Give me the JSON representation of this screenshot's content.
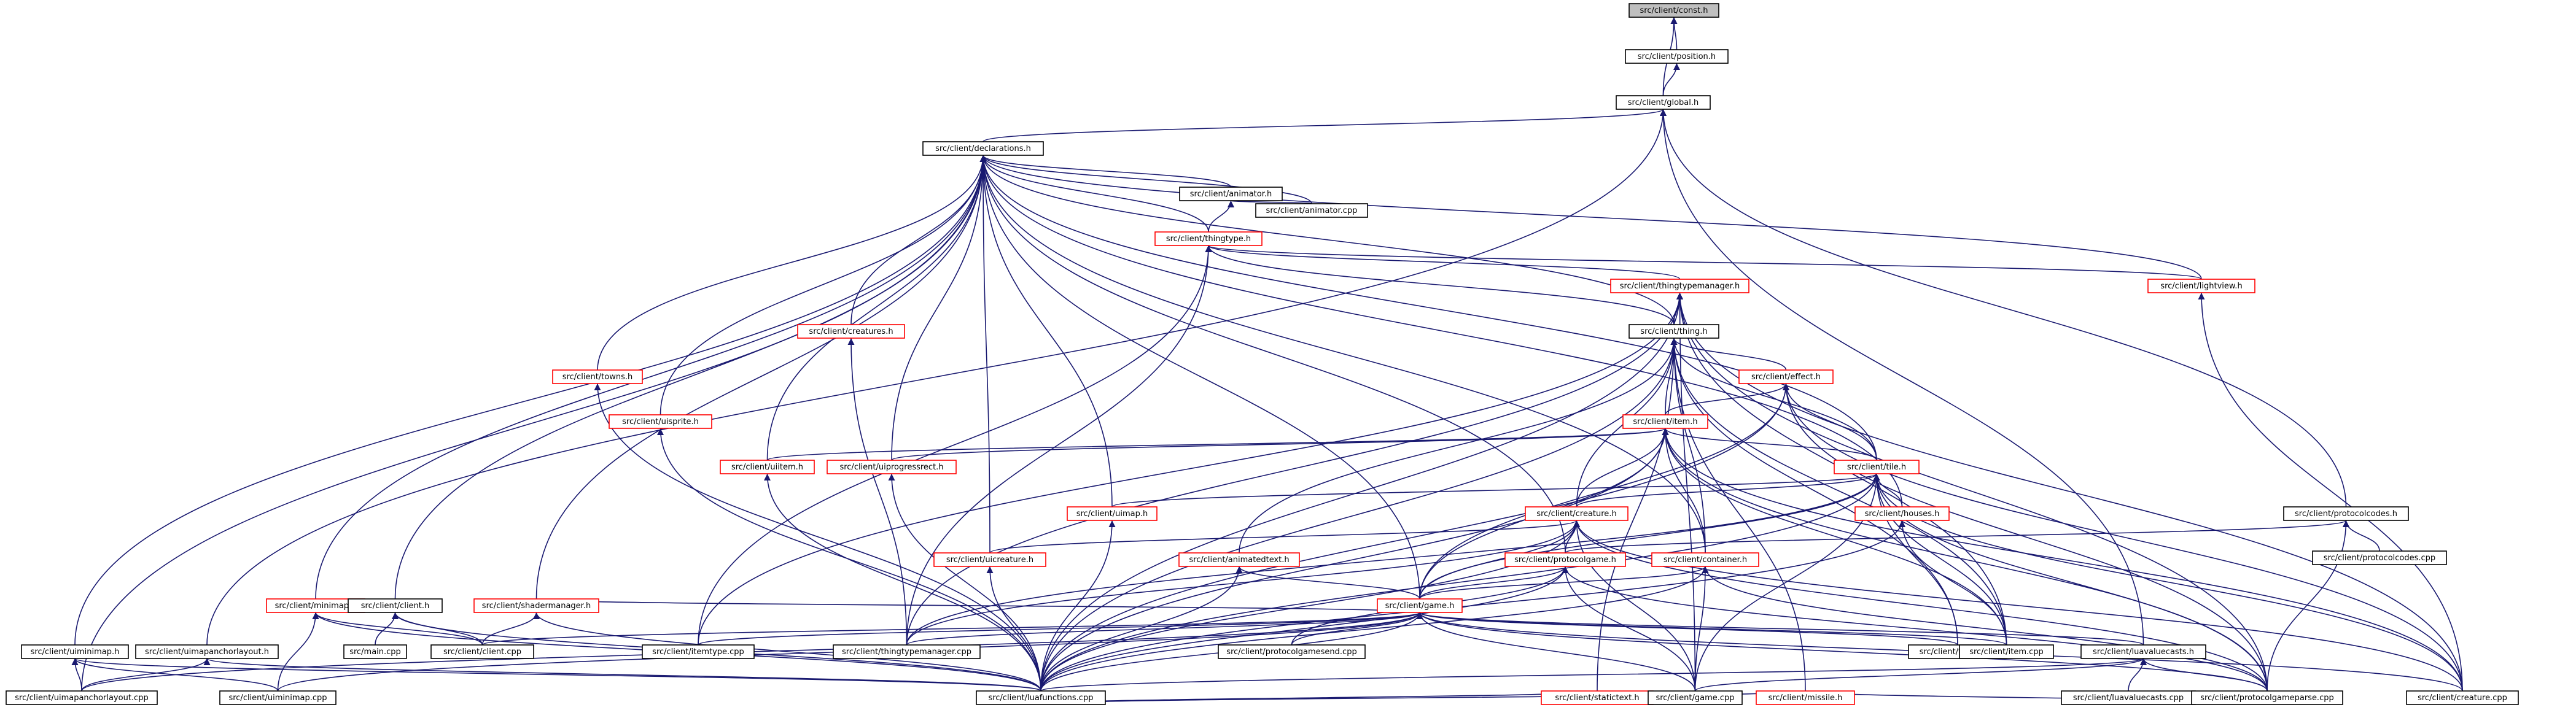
{
  "colors": {
    "edge": "#191970",
    "node_border_documented": "#000000",
    "node_border_truncated": "#ff0000",
    "highlighted_node_fill": "#bfbfbf"
  },
  "nodes": [
    {
      "id": "const",
      "label": "src/client/const.h",
      "highlighted": true
    },
    {
      "id": "position",
      "label": "src/client/position.h"
    },
    {
      "id": "global",
      "label": "src/client/global.h"
    },
    {
      "id": "declarations",
      "label": "src/client/declarations.h"
    },
    {
      "id": "animator_h",
      "label": "src/client/animator.h"
    },
    {
      "id": "animator_cpp",
      "label": "src/client/animator.cpp"
    },
    {
      "id": "thingtype",
      "label": "src/client/thingtype.h",
      "truncated": true
    },
    {
      "id": "thingtypemanager",
      "label": "src/client/thingtypemanager.h",
      "truncated": true
    },
    {
      "id": "lightview",
      "label": "src/client/lightview.h",
      "truncated": true
    },
    {
      "id": "creatures",
      "label": "src/client/creatures.h",
      "truncated": true
    },
    {
      "id": "thing",
      "label": "src/client/thing.h"
    },
    {
      "id": "towns",
      "label": "src/client/towns.h",
      "truncated": true
    },
    {
      "id": "uisprite",
      "label": "src/client/uisprite.h",
      "truncated": true
    },
    {
      "id": "effect",
      "label": "src/client/effect.h",
      "truncated": true
    },
    {
      "id": "item",
      "label": "src/client/item.h",
      "truncated": true
    },
    {
      "id": "uiitem",
      "label": "src/client/uiitem.h",
      "truncated": true
    },
    {
      "id": "uiprogressrect",
      "label": "src/client/uiprogressrect.h",
      "truncated": true
    },
    {
      "id": "tile",
      "label": "src/client/tile.h",
      "truncated": true
    },
    {
      "id": "uimap",
      "label": "src/client/uimap.h",
      "truncated": true
    },
    {
      "id": "creature_h",
      "label": "src/client/creature.h",
      "truncated": true
    },
    {
      "id": "houses",
      "label": "src/client/houses.h",
      "truncated": true
    },
    {
      "id": "protocolcodes_h",
      "label": "src/client/protocolcodes.h"
    },
    {
      "id": "protocolcodes_cpp",
      "label": "src/client/protocolcodes.cpp"
    },
    {
      "id": "uicreature",
      "label": "src/client/uicreature.h",
      "truncated": true
    },
    {
      "id": "animatedtext",
      "label": "src/client/animatedtext.h",
      "truncated": true
    },
    {
      "id": "protocolgame",
      "label": "src/client/protocolgame.h",
      "truncated": true
    },
    {
      "id": "container",
      "label": "src/client/container.h",
      "truncated": true
    },
    {
      "id": "minimap",
      "label": "src/client/minimap.h",
      "truncated": true
    },
    {
      "id": "client_h",
      "label": "src/client/client.h"
    },
    {
      "id": "shadermanager",
      "label": "src/client/shadermanager.h",
      "truncated": true
    },
    {
      "id": "game_h",
      "label": "src/client/game.h",
      "truncated": true
    },
    {
      "id": "uiminimap_h",
      "label": "src/client/uiminimap.h"
    },
    {
      "id": "uimapanchorlayout_h",
      "label": "src/client/uimapanchorlayout.h"
    },
    {
      "id": "main_cpp",
      "label": "src/main.cpp"
    },
    {
      "id": "client_cpp",
      "label": "src/client/client.cpp"
    },
    {
      "id": "itemtype_cpp",
      "label": "src/client/itemtype.cpp"
    },
    {
      "id": "thingtypemanager_cpp",
      "label": "src/client/thingtypemanager.cpp"
    },
    {
      "id": "protocolgamesend_cpp",
      "label": "src/client/protocolgamesend.cpp"
    },
    {
      "id": "thing_cpp",
      "label": "src/client/thing.cpp"
    },
    {
      "id": "item_cpp",
      "label": "src/client/item.cpp"
    },
    {
      "id": "luavaluecasts_h",
      "label": "src/client/luavaluecasts.h"
    },
    {
      "id": "statictext",
      "label": "src/client/statictext.h",
      "truncated": true
    },
    {
      "id": "missile",
      "label": "src/client/missile.h",
      "truncated": true
    },
    {
      "id": "uimapanchorlayout_cpp",
      "label": "src/client/uimapanchorlayout.cpp"
    },
    {
      "id": "uiminimap_cpp",
      "label": "src/client/uiminimap.cpp"
    },
    {
      "id": "luafunctions_cpp",
      "label": "src/client/luafunctions.cpp"
    },
    {
      "id": "game_cpp",
      "label": "src/client/game.cpp"
    },
    {
      "id": "luavaluecasts_cpp",
      "label": "src/client/luavaluecasts.cpp"
    },
    {
      "id": "protocolgameparse_cpp",
      "label": "src/client/protocolgameparse.cpp"
    },
    {
      "id": "creature_cpp",
      "label": "src/client/creature.cpp"
    }
  ],
  "edges": [
    [
      "const",
      "position"
    ],
    [
      "const",
      "global"
    ],
    [
      "position",
      "global"
    ],
    [
      "global",
      "declarations"
    ],
    [
      "global",
      "protocolcodes_h"
    ],
    [
      "global",
      "luavaluecasts_h"
    ],
    [
      "global",
      "uimapanchorlayout_h"
    ],
    [
      "declarations",
      "animator_h"
    ],
    [
      "declarations",
      "animator_cpp"
    ],
    [
      "declarations",
      "thingtype"
    ],
    [
      "declarations",
      "lightview"
    ],
    [
      "declarations",
      "creatures"
    ],
    [
      "declarations",
      "thing"
    ],
    [
      "declarations",
      "towns"
    ],
    [
      "declarations",
      "uisprite"
    ],
    [
      "declarations",
      "uiitem"
    ],
    [
      "declarations",
      "uiprogressrect"
    ],
    [
      "declarations",
      "uimap"
    ],
    [
      "declarations",
      "tile"
    ],
    [
      "declarations",
      "houses"
    ],
    [
      "declarations",
      "uicreature"
    ],
    [
      "declarations",
      "container"
    ],
    [
      "declarations",
      "protocolgame"
    ],
    [
      "declarations",
      "game_h"
    ],
    [
      "declarations",
      "minimap"
    ],
    [
      "declarations",
      "client_h"
    ],
    [
      "declarations",
      "shadermanager"
    ],
    [
      "declarations",
      "uiminimap_h"
    ],
    [
      "declarations",
      "uimapanchorlayout_cpp"
    ],
    [
      "animator_h",
      "thingtype"
    ],
    [
      "animator_h",
      "animator_cpp"
    ],
    [
      "thingtype",
      "thingtypemanager"
    ],
    [
      "thingtype",
      "thing"
    ],
    [
      "thingtype",
      "lightview"
    ],
    [
      "thingtype",
      "itemtype_cpp"
    ],
    [
      "thingtype",
      "thingtypemanager_cpp"
    ],
    [
      "thingtypemanager",
      "thing"
    ],
    [
      "thingtypemanager",
      "item_cpp"
    ],
    [
      "thingtypemanager",
      "luafunctions_cpp"
    ],
    [
      "thingtypemanager",
      "thingtypemanager_cpp"
    ],
    [
      "thingtypemanager",
      "itemtype_cpp"
    ],
    [
      "thingtypemanager",
      "creature_cpp"
    ],
    [
      "thingtypemanager",
      "protocolgameparse_cpp"
    ],
    [
      "thingtypemanager",
      "game_cpp"
    ],
    [
      "lightview",
      "creature_cpp"
    ],
    [
      "creatures",
      "thingtypemanager_cpp"
    ],
    [
      "thing",
      "effect"
    ],
    [
      "thing",
      "item"
    ],
    [
      "thing",
      "creature_h"
    ],
    [
      "thing",
      "tile"
    ],
    [
      "thing",
      "animatedtext"
    ],
    [
      "thing",
      "missile"
    ],
    [
      "thing",
      "statictext"
    ],
    [
      "thing",
      "thing_cpp"
    ],
    [
      "thing",
      "item_cpp"
    ],
    [
      "thing",
      "luafunctions_cpp"
    ],
    [
      "thing",
      "container"
    ],
    [
      "towns",
      "luafunctions_cpp"
    ],
    [
      "uisprite",
      "luafunctions_cpp"
    ],
    [
      "effect",
      "item"
    ],
    [
      "effect",
      "tile"
    ],
    [
      "effect",
      "game_h"
    ],
    [
      "effect",
      "luafunctions_cpp"
    ],
    [
      "effect",
      "creature_cpp"
    ],
    [
      "effect",
      "protocolgameparse_cpp"
    ],
    [
      "item",
      "uiitem"
    ],
    [
      "item",
      "tile"
    ],
    [
      "item",
      "container"
    ],
    [
      "item",
      "creature_h"
    ],
    [
      "item",
      "game_h"
    ],
    [
      "item",
      "luafunctions_cpp"
    ],
    [
      "item",
      "item_cpp"
    ],
    [
      "item",
      "protocolgameparse_cpp"
    ],
    [
      "item",
      "creature_cpp"
    ],
    [
      "item",
      "uiprogressrect"
    ],
    [
      "uiitem",
      "luafunctions_cpp"
    ],
    [
      "uiprogressrect",
      "luafunctions_cpp"
    ],
    [
      "tile",
      "uimap"
    ],
    [
      "tile",
      "creature_h"
    ],
    [
      "tile",
      "houses"
    ],
    [
      "tile",
      "game_h"
    ],
    [
      "tile",
      "luafunctions_cpp"
    ],
    [
      "tile",
      "thing_cpp"
    ],
    [
      "tile",
      "item_cpp"
    ],
    [
      "tile",
      "game_cpp"
    ],
    [
      "tile",
      "creature_cpp"
    ],
    [
      "tile",
      "protocolgameparse_cpp"
    ],
    [
      "tile",
      "thingtypemanager_cpp"
    ],
    [
      "uimap",
      "luafunctions_cpp"
    ],
    [
      "creature_h",
      "uicreature"
    ],
    [
      "creature_h",
      "protocolgame"
    ],
    [
      "creature_h",
      "game_h"
    ],
    [
      "creature_h",
      "luafunctions_cpp"
    ],
    [
      "creature_h",
      "creature_cpp"
    ],
    [
      "creature_h",
      "protocolgameparse_cpp"
    ],
    [
      "creature_h",
      "game_cpp"
    ],
    [
      "creature_h",
      "thingtypemanager_cpp"
    ],
    [
      "houses",
      "luafunctions_cpp"
    ],
    [
      "houses",
      "item_cpp"
    ],
    [
      "protocolcodes_h",
      "protocolcodes_cpp"
    ],
    [
      "protocolcodes_h",
      "protocolgame"
    ],
    [
      "protocolcodes_h",
      "protocolgameparse_cpp"
    ],
    [
      "uicreature",
      "luafunctions_cpp"
    ],
    [
      "animatedtext",
      "game_h"
    ],
    [
      "animatedtext",
      "luafunctions_cpp"
    ],
    [
      "protocolgame",
      "game_h"
    ],
    [
      "protocolgame",
      "protocolgamesend_cpp"
    ],
    [
      "protocolgame",
      "luafunctions_cpp"
    ],
    [
      "protocolgame",
      "game_cpp"
    ],
    [
      "protocolgame",
      "protocolgameparse_cpp"
    ],
    [
      "container",
      "game_h"
    ],
    [
      "container",
      "luafunctions_cpp"
    ],
    [
      "container",
      "game_cpp"
    ],
    [
      "container",
      "protocolgameparse_cpp"
    ],
    [
      "minimap",
      "uiminimap_cpp"
    ],
    [
      "minimap",
      "luafunctions_cpp"
    ],
    [
      "minimap",
      "client_cpp"
    ],
    [
      "client_h",
      "main_cpp"
    ],
    [
      "client_h",
      "client_cpp"
    ],
    [
      "client_h",
      "luafunctions_cpp"
    ],
    [
      "shadermanager",
      "client_cpp"
    ],
    [
      "shadermanager",
      "luafunctions_cpp"
    ],
    [
      "shadermanager",
      "game_h"
    ],
    [
      "game_h",
      "client_cpp"
    ],
    [
      "game_h",
      "itemtype_cpp"
    ],
    [
      "game_h",
      "thingtypemanager_cpp"
    ],
    [
      "game_h",
      "protocolgamesend_cpp"
    ],
    [
      "game_h",
      "thing_cpp"
    ],
    [
      "game_h",
      "item_cpp"
    ],
    [
      "game_h",
      "luavaluecasts_h"
    ],
    [
      "game_h",
      "luafunctions_cpp"
    ],
    [
      "game_h",
      "game_cpp"
    ],
    [
      "game_h",
      "creature_cpp"
    ],
    [
      "game_h",
      "protocolgameparse_cpp"
    ],
    [
      "game_h",
      "uimapanchorlayout_cpp"
    ],
    [
      "game_h",
      "uiminimap_cpp"
    ],
    [
      "uiminimap_h",
      "uiminimap_cpp"
    ],
    [
      "uiminimap_h",
      "luafunctions_cpp"
    ],
    [
      "uiminimap_h",
      "uimapanchorlayout_cpp"
    ],
    [
      "uimapanchorlayout_h",
      "uimapanchorlayout_cpp"
    ],
    [
      "uimapanchorlayout_h",
      "luafunctions_cpp"
    ],
    [
      "luavaluecasts_h",
      "luavaluecasts_cpp"
    ],
    [
      "luavaluecasts_h",
      "luafunctions_cpp"
    ],
    [
      "luavaluecasts_h",
      "game_cpp"
    ],
    [
      "luavaluecasts_h",
      "protocolgameparse_cpp"
    ],
    [
      "statictext",
      "game_cpp"
    ],
    [
      "statictext",
      "luafunctions_cpp"
    ],
    [
      "missile",
      "luafunctions_cpp"
    ],
    [
      "missile",
      "protocolgameparse_cpp"
    ]
  ]
}
